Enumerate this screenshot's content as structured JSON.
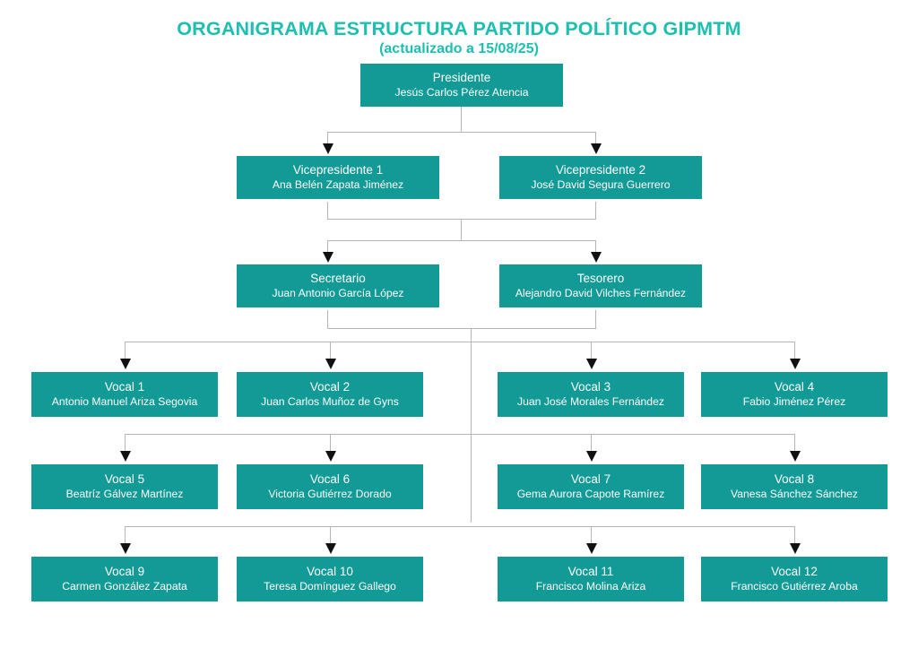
{
  "title": {
    "main": "ORGANIGRAMA ESTRUCTURA PARTIDO POLÍTICO GIPMTM",
    "subtitle": "(actualizado a 15/08/25)"
  },
  "colors": {
    "box_fill": "#129a96",
    "box_text": "#ffffff",
    "title_text": "#1dbfb0",
    "connector": "#b5b5b5",
    "arrowhead": "#111111",
    "background": "#ffffff"
  },
  "levels": [
    {
      "name": "presidencia",
      "nodes": [
        {
          "role": "Presidente",
          "person": "Jesús Carlos Pérez Atencia"
        }
      ]
    },
    {
      "name": "vicepresidencia",
      "nodes": [
        {
          "role": "Vicepresidente 1",
          "person": "Ana Belén Zapata Jiménez"
        },
        {
          "role": "Vicepresidente 2",
          "person": "José David Segura Guerrero"
        }
      ]
    },
    {
      "name": "secretaria-tesoreria",
      "nodes": [
        {
          "role": "Secretario",
          "person": "Juan Antonio García López"
        },
        {
          "role": "Tesorero",
          "person": "Alejandro David Vilches Fernández"
        }
      ]
    },
    {
      "name": "vocales-fila-1",
      "nodes": [
        {
          "role": "Vocal 1",
          "person": "Antonio Manuel Ariza Segovia"
        },
        {
          "role": "Vocal 2",
          "person": "Juan Carlos Muñoz de Gyns"
        },
        {
          "role": "Vocal 3",
          "person": "Juan José Morales Fernández"
        },
        {
          "role": "Vocal 4",
          "person": "Fabio Jiménez Pérez"
        }
      ]
    },
    {
      "name": "vocales-fila-2",
      "nodes": [
        {
          "role": "Vocal 5",
          "person": "Beatríz Gálvez Martínez"
        },
        {
          "role": "Vocal 6",
          "person": "Victoria Gutiérrez Dorado"
        },
        {
          "role": "Vocal 7",
          "person": "Gema Aurora Capote Ramírez"
        },
        {
          "role": "Vocal 8",
          "person": "Vanesa Sánchez Sánchez"
        }
      ]
    },
    {
      "name": "vocales-fila-3",
      "nodes": [
        {
          "role": "Vocal 9",
          "person": "Carmen González Zapata"
        },
        {
          "role": "Vocal 10",
          "person": "Teresa Domínguez Gallego"
        },
        {
          "role": "Vocal 11",
          "person": "Francisco Molina Ariza"
        },
        {
          "role": "Vocal 12",
          "person": "Francisco Gutiérrez Aroba"
        }
      ]
    }
  ]
}
